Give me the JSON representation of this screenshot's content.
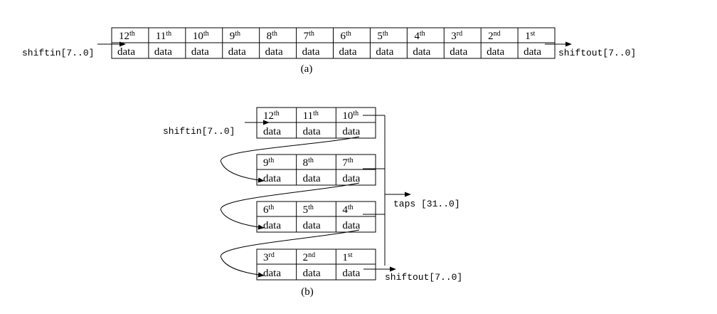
{
  "diagram_a": {
    "caption": "(a)",
    "cells": [
      {
        "ord": "12",
        "sup": "th",
        "label": "data"
      },
      {
        "ord": "11",
        "sup": "th",
        "label": "data"
      },
      {
        "ord": "10",
        "sup": "th",
        "label": "data"
      },
      {
        "ord": "9",
        "sup": "th",
        "label": "data"
      },
      {
        "ord": "8",
        "sup": "th",
        "label": "data"
      },
      {
        "ord": "7",
        "sup": "th",
        "label": "data"
      },
      {
        "ord": "6",
        "sup": "th",
        "label": "data"
      },
      {
        "ord": "5",
        "sup": "th",
        "label": "data"
      },
      {
        "ord": "4",
        "sup": "th",
        "label": "data"
      },
      {
        "ord": "3",
        "sup": "rd",
        "label": "data"
      },
      {
        "ord": "2",
        "sup": "nd",
        "label": "data"
      },
      {
        "ord": "1",
        "sup": "st",
        "label": "data"
      }
    ],
    "input_label": "shiftin[7..0]",
    "output_label": "shiftout[7..0]"
  },
  "diagram_b": {
    "caption": "(b)",
    "rows": [
      [
        {
          "ord": "12",
          "sup": "th",
          "label": "data"
        },
        {
          "ord": "11",
          "sup": "th",
          "label": "data"
        },
        {
          "ord": "10",
          "sup": "th",
          "label": "data"
        }
      ],
      [
        {
          "ord": "9",
          "sup": "th",
          "label": "data"
        },
        {
          "ord": "8",
          "sup": "th",
          "label": "data"
        },
        {
          "ord": "7",
          "sup": "th",
          "label": "data"
        }
      ],
      [
        {
          "ord": "6",
          "sup": "th",
          "label": "data"
        },
        {
          "ord": "5",
          "sup": "th",
          "label": "data"
        },
        {
          "ord": "4",
          "sup": "th",
          "label": "data"
        }
      ],
      [
        {
          "ord": "3",
          "sup": "rd",
          "label": "data"
        },
        {
          "ord": "2",
          "sup": "nd",
          "label": "data"
        },
        {
          "ord": "1",
          "sup": "st",
          "label": "data"
        }
      ]
    ],
    "input_label": "shiftin[7..0]",
    "taps_label": "taps [31..0]",
    "output_label": "shiftout[7..0]"
  }
}
